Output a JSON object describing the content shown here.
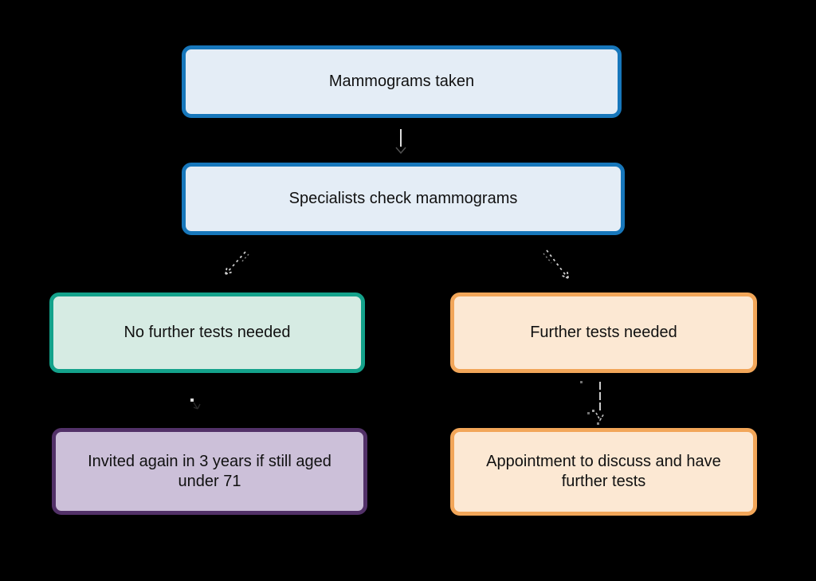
{
  "page": {
    "background": "#000000",
    "title": "Breast screening results flowchart"
  },
  "nodes": [
    {
      "id": "mammograms-taken",
      "label": "Mammograms taken",
      "fill": "#e4edf6",
      "border": "#1777bb",
      "text_color": "#111111"
    },
    {
      "id": "specialists-check",
      "label": "Specialists check mammograms",
      "fill": "#e4edf6",
      "border": "#1777bb",
      "text_color": "#111111"
    },
    {
      "id": "no-further-tests-needed",
      "label": "No further tests needed",
      "fill": "#d6ebe3",
      "border": "#14a28b",
      "text_color": "#111111"
    },
    {
      "id": "further-tests-needed",
      "label": "Further tests needed",
      "fill": "#fce8d3",
      "border": "#f2a659",
      "text_color": "#111111"
    },
    {
      "id": "invited-again",
      "label": "Invited again in 3 years if still aged under 71",
      "fill": "#ccc0d9",
      "border": "#523168",
      "text_color": "#111111"
    },
    {
      "id": "appointment",
      "label": "Appointment to discuss and have further tests",
      "fill": "#fce8d3",
      "border": "#f2a659",
      "text_color": "#111111"
    }
  ],
  "edges": [
    {
      "from": "mammograms-taken",
      "to": "specialists-check",
      "style": "solid",
      "color": "#e8e8e8"
    },
    {
      "from": "specialists-check",
      "to": "no-further-tests-needed",
      "style": "dashed",
      "color": "#e2e2e2"
    },
    {
      "from": "specialists-check",
      "to": "further-tests-needed",
      "style": "dashed",
      "color": "#e2e2e2"
    },
    {
      "from": "no-further-tests-needed",
      "to": "invited-again",
      "style": "faint",
      "color": "#e8e8e8"
    },
    {
      "from": "further-tests-needed",
      "to": "appointment",
      "style": "dashed",
      "color": "#e2e2e2"
    }
  ]
}
